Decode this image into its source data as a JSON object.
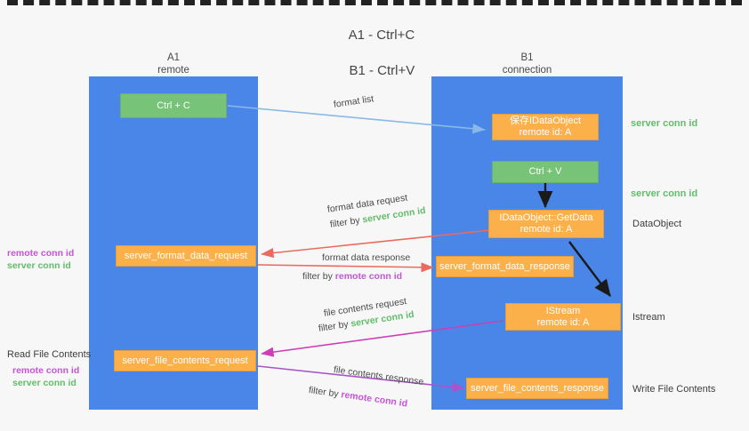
{
  "title": {
    "line1": "A1 - Ctrl+C",
    "line2": "B1 - Ctrl+V"
  },
  "lanes": [
    {
      "id": "a1",
      "name": "A1",
      "role": "remote",
      "color": "#4a86e8"
    },
    {
      "id": "b1",
      "name": "B1",
      "role": "connection",
      "color": "#4a86e8"
    }
  ],
  "nodes": {
    "ctrl_c": {
      "line1": "Ctrl + C",
      "line2": "",
      "color": "#77c377"
    },
    "save_idataobject": {
      "line1": "保存IDataObject",
      "line2": "remote id: A",
      "color": "#fbb049"
    },
    "ctrl_v": {
      "line1": "Ctrl + V",
      "line2": "",
      "color": "#77c377"
    },
    "getdata": {
      "line1": "IDataObject::GetData",
      "line2": "remote id: A",
      "color": "#fbb049"
    },
    "fmt_req": {
      "line1": "server_format_data_request",
      "line2": "",
      "color": "#fbb049"
    },
    "fmt_res": {
      "line1": "server_format_data_response",
      "line2": "",
      "color": "#fbb049"
    },
    "istream": {
      "line1": "IStream",
      "line2": "remote id: A",
      "color": "#fbb049"
    },
    "file_req": {
      "line1": "server_file_contents_request",
      "line2": "",
      "color": "#fbb049"
    },
    "file_res": {
      "line1": "server_file_contents_response",
      "line2": "",
      "color": "#fbb049"
    }
  },
  "edges": {
    "format_list": {
      "text": "format list",
      "filter_prefix": "",
      "filter_value": "",
      "filter_kind": ""
    },
    "fmt_data_req": {
      "text": "format data request",
      "filter_prefix": "filter by ",
      "filter_value": "server conn id",
      "filter_kind": "server"
    },
    "fmt_data_res": {
      "text": "format data response",
      "filter_prefix": "filter by ",
      "filter_value": "remote conn id",
      "filter_kind": "remote"
    },
    "file_contents_req": {
      "text": "file contents request",
      "filter_prefix": "filter by ",
      "filter_value": "server conn id",
      "filter_kind": "server"
    },
    "file_contents_res": {
      "text": "file contents response",
      "filter_prefix": "filter by ",
      "filter_value": "remote conn id",
      "filter_kind": "remote"
    }
  },
  "annotations": {
    "left_mid": {
      "remote": "remote conn id",
      "server": "server conn id"
    },
    "left_low_title": "Read File Contents",
    "left_low": {
      "remote": "remote conn id",
      "server": "server conn id"
    },
    "right_top_server": "server conn id",
    "right_mid_server": "server conn id",
    "right_dataobject": "DataObject",
    "right_istream": "Istream",
    "right_write_file": "Write File Contents"
  },
  "colors": {
    "lane": "#4a86e8",
    "green_node": "#77c377",
    "orange_node": "#fbb049",
    "server_text": "#62bd6a",
    "remote_text": "#c654d8",
    "arrow_blue": "#89b9e8",
    "arrow_red": "#ea6b5c",
    "arrow_magenta": "#cc3fb5",
    "arrow_purple": "#a855c9",
    "arrow_dark": "#1a1a1a",
    "divider": "#222222",
    "background": "#f7f7f7"
  }
}
